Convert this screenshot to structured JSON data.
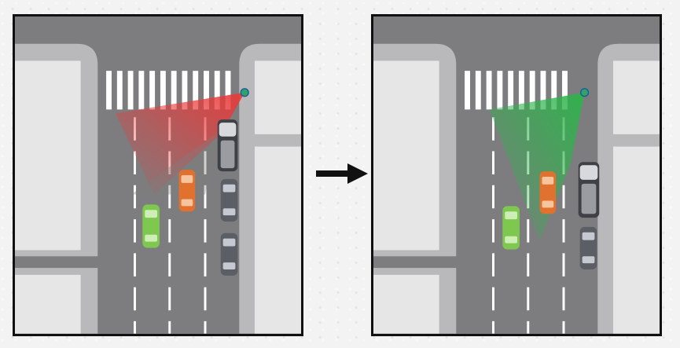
{
  "figure": {
    "panels": [
      {
        "id": "left",
        "sensor_state": "blocked",
        "sensor_color": "#e83a3a"
      },
      {
        "id": "right",
        "sensor_state": "clear",
        "sensor_color": "#2db34a"
      }
    ],
    "transition_arrow": "right-arrow-icon",
    "colors": {
      "road": "#7d7d7f",
      "sidewalk": "#b9b9bb",
      "block": "#e6e6e7",
      "crosswalk": "#ffffff",
      "sensor_dot": "#2fa36b",
      "car_green": "#7ec850",
      "car_orange": "#e0712e",
      "car_gray": "#5c5e66",
      "truck": "#3f4147"
    }
  }
}
